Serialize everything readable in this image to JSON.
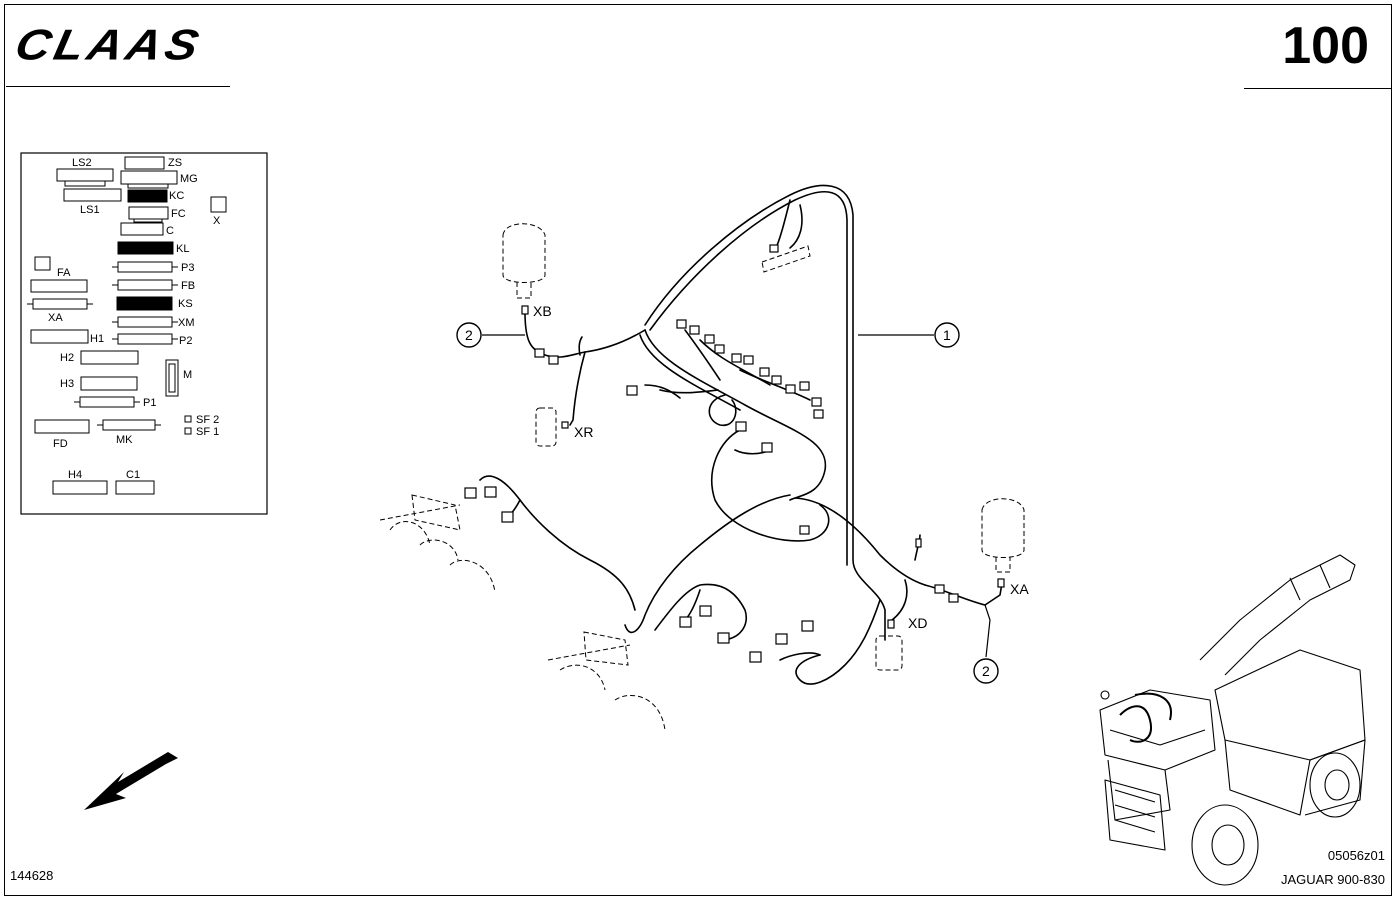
{
  "header": {
    "brand": "CLAAS",
    "page_number": "100"
  },
  "footer": {
    "doc_number": "144628",
    "figure_code": "05056z01",
    "model": "JAGUAR 900-830"
  },
  "legend": {
    "labels": {
      "ls2": "LS2",
      "zs": "ZS",
      "mg": "MG",
      "ls1": "LS1",
      "kc": "KC",
      "x": "X",
      "fc": "FC",
      "c": "C",
      "kl": "KL",
      "fa": "FA",
      "p3": "P3",
      "fb": "FB",
      "xa": "XA",
      "ks": "KS",
      "xm": "XM",
      "h1": "H1",
      "p2": "P2",
      "h2": "H2",
      "m": "M",
      "h3": "H3",
      "p1": "P1",
      "sf2": "SF 2",
      "sf1": "SF 1",
      "fd": "FD",
      "mk": "MK",
      "h4": "H4",
      "c1": "C1"
    }
  },
  "callouts": {
    "c1": "1",
    "c2_left": "2",
    "c2_right": "2",
    "xb": "XB",
    "xr": "XR",
    "xa": "XA",
    "xd": "XD"
  },
  "icons": {
    "direction": "arrow-down-left-icon"
  }
}
